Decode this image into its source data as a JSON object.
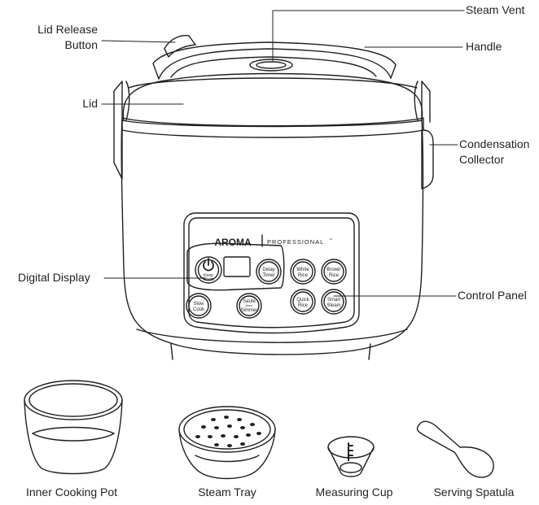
{
  "callouts": {
    "lid_release_button": [
      "Lid Release",
      "Button"
    ],
    "lid": "Lid",
    "digital_display": "Digital Display",
    "steam_vent": "Steam Vent",
    "handle": "Handle",
    "condensation_collector": [
      "Condensation",
      "Collector"
    ],
    "control_panel": "Control Panel"
  },
  "panel": {
    "brand": "AROMA",
    "line": "PROFESSIONAL",
    "trademark": "™",
    "buttons": {
      "keep_warm": [
        "Keep",
        "Warm"
      ],
      "delay_timer": [
        "Delay",
        "Timer"
      ],
      "white_rice": [
        "White",
        "Rice"
      ],
      "brown_rice": [
        "Brown",
        "Rice"
      ],
      "slow_cook": [
        "Slow",
        "Cook"
      ],
      "saute": [
        "Sauté",
        "-then-",
        "Simmer"
      ],
      "quick_rice": [
        "Quick",
        "Rice"
      ],
      "smart_steam": [
        "Smart",
        "Steam"
      ]
    }
  },
  "accessories": {
    "inner_pot": "Inner Cooking Pot",
    "steam_tray": "Steam Tray",
    "measuring_cup": "Measuring Cup",
    "serving_spatula": "Serving Spatula"
  }
}
